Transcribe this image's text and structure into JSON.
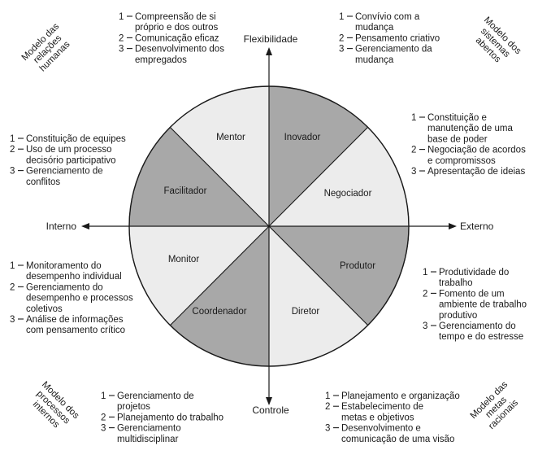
{
  "axes": {
    "top": "Flexibilidade",
    "bottom": "Controle",
    "left": "Interno",
    "right": "Externo"
  },
  "colors": {
    "dark_sector": "#a8a8a8",
    "light_sector": "#ececec",
    "lines": "#1a1a1a"
  },
  "sectors": [
    {
      "label": "Inovador",
      "shade": "dark"
    },
    {
      "label": "Negociador",
      "shade": "light"
    },
    {
      "label": "Produtor",
      "shade": "dark"
    },
    {
      "label": "Diretor",
      "shade": "light"
    },
    {
      "label": "Coordenador",
      "shade": "dark"
    },
    {
      "label": "Monitor",
      "shade": "light"
    },
    {
      "label": "Facilitador",
      "shade": "dark"
    },
    {
      "label": "Mentor",
      "shade": "light"
    }
  ],
  "models": {
    "top_left": [
      "Modelo das",
      "relações",
      "humanas"
    ],
    "top_right": [
      "Modelo dos",
      "sistemas",
      "abertos"
    ],
    "bottom_left": [
      "Modelo dos",
      "processos",
      "internos"
    ],
    "bottom_right": [
      "Modelo das",
      "metas",
      "racionais"
    ]
  },
  "competencies": {
    "mentor": [
      {
        "num": "1",
        "lines": [
          "Compreensão de si",
          "próprio e dos outros"
        ]
      },
      {
        "num": "2",
        "lines": [
          "Comunicação eficaz"
        ]
      },
      {
        "num": "3",
        "lines": [
          "Desenvolvimento dos",
          "empregados"
        ]
      }
    ],
    "inovador": [
      {
        "num": "1",
        "lines": [
          "Convívio com a",
          "mudança"
        ]
      },
      {
        "num": "2",
        "lines": [
          "Pensamento criativo"
        ]
      },
      {
        "num": "3",
        "lines": [
          "Gerenciamento da",
          "mudança"
        ]
      }
    ],
    "negociador": [
      {
        "num": "1",
        "lines": [
          "Constituição e",
          "manutenção de uma",
          "base de poder"
        ]
      },
      {
        "num": "2",
        "lines": [
          "Negociação de acordos",
          "e compromissos"
        ]
      },
      {
        "num": "3",
        "lines": [
          "Apresentação de ideias"
        ]
      }
    ],
    "facilitador": [
      {
        "num": "1",
        "lines": [
          "Constituição de equipes"
        ]
      },
      {
        "num": "2",
        "lines": [
          "Uso de um processo",
          "decisório participativo"
        ]
      },
      {
        "num": "3",
        "lines": [
          "Gerenciamento de",
          "conflitos"
        ]
      }
    ],
    "monitor": [
      {
        "num": "1",
        "lines": [
          "Monitoramento do",
          "desempenho individual"
        ]
      },
      {
        "num": "2",
        "lines": [
          "Gerenciamento do",
          "desempenho e processos",
          "coletivos"
        ]
      },
      {
        "num": "3",
        "lines": [
          "Análise de informações",
          "com pensamento crítico"
        ]
      }
    ],
    "produtor": [
      {
        "num": "1",
        "lines": [
          "Produtividade do",
          "trabalho"
        ]
      },
      {
        "num": "2",
        "lines": [
          "Fomento de um",
          "ambiente de trabalho",
          "produtivo"
        ]
      },
      {
        "num": "3",
        "lines": [
          "Gerenciamento do",
          "tempo e do estresse"
        ]
      }
    ],
    "coordenador": [
      {
        "num": "1",
        "lines": [
          "Gerenciamento de",
          "projetos"
        ]
      },
      {
        "num": "2",
        "lines": [
          "Planejamento do trabalho"
        ]
      },
      {
        "num": "3",
        "lines": [
          "Gerenciamento",
          "multidisciplinar"
        ]
      }
    ],
    "diretor": [
      {
        "num": "1",
        "lines": [
          "Planejamento e organização"
        ]
      },
      {
        "num": "2",
        "lines": [
          "Estabelecimento de",
          "metas e objetivos"
        ]
      },
      {
        "num": "3",
        "lines": [
          "Desenvolvimento e",
          "comunicação de uma visão"
        ]
      }
    ]
  }
}
